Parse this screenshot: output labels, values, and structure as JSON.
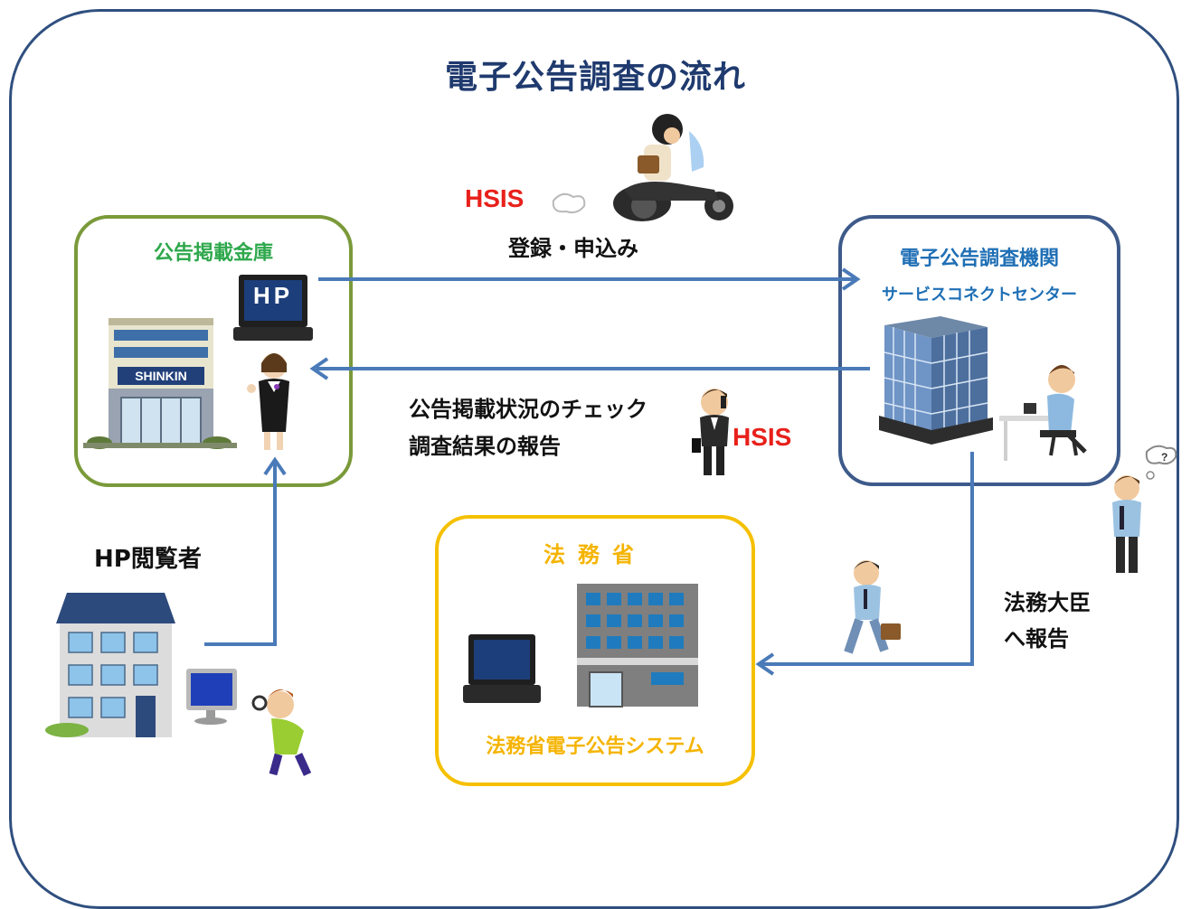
{
  "title": "電子公告調査の流れ",
  "bank": {
    "label": "公告掲載金庫",
    "hp_label": "HP",
    "building_sign": "SHINKIN"
  },
  "center": {
    "label": "電子公告調査機関",
    "sublabel": "サービスコネクトセンター"
  },
  "moj": {
    "label": "法務省",
    "system_label": "法務省電子公告システム"
  },
  "flows": {
    "register_tag": "HSIS",
    "register_label": "登録・申込み",
    "check_label_1": "公告掲載状況のチェック",
    "check_label_2": "調査結果の報告",
    "check_tag": "HSIS",
    "report_label_1": "法務大臣",
    "report_label_2": "へ報告"
  },
  "viewer": {
    "label": "HP閲覧者"
  },
  "colors": {
    "frame": "#2f4f7f",
    "title": "#1f3a6e",
    "arrow": "#4a7ab8",
    "bank": "#7a9a3a",
    "bank_text": "#2ea84c",
    "center": "#3d5a8a",
    "center_text": "#1f6fb5",
    "moj": "#f5c000",
    "moj_text": "#f5b400",
    "hsis": "#e8201a"
  }
}
